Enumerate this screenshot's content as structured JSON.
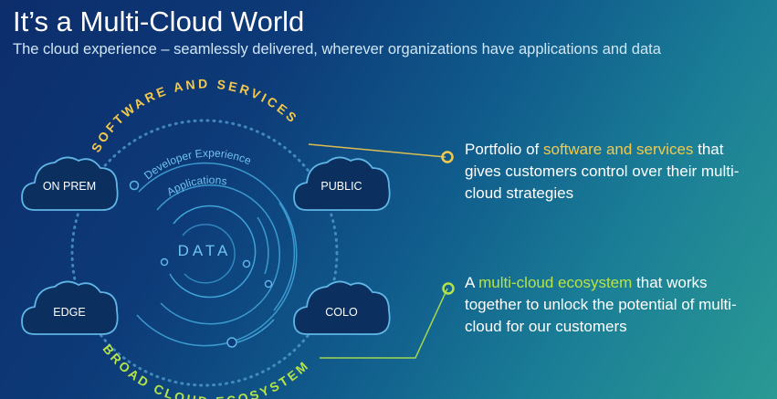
{
  "slide": {
    "title": "It’s a Multi-Cloud World",
    "subtitle": "The cloud experience – seamlessly delivered, wherever organizations have applications and data"
  },
  "diagram": {
    "top_arc_label": "SOFTWARE AND SERVICES",
    "bottom_arc_label": "BROAD CLOUD ECOSYSTEM",
    "ring_outer_label": "Developer Experience",
    "ring_inner_label": "Applications",
    "center_label": "DATA",
    "clouds": {
      "on_prem": "ON PREM",
      "public": "PUBLIC",
      "edge": "EDGE",
      "colo": "COLO"
    },
    "colors": {
      "accent_yellow": "#f2c94c",
      "accent_green": "#b5e34a",
      "cloud_fill": "#0b2f5e",
      "cloud_stroke": "#5fb6e6"
    }
  },
  "bullets": [
    {
      "prefix": "Portfolio of ",
      "highlight": "software and services",
      "suffix": " that gives customers control over their multi-cloud strategies"
    },
    {
      "prefix": "A ",
      "highlight": "multi-cloud ecosystem",
      "suffix": " that works together to unlock the potential of multi-cloud for our customers"
    }
  ]
}
